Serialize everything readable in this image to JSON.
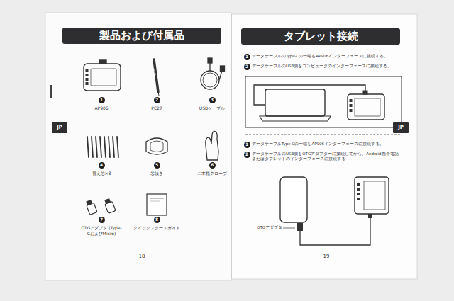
{
  "diagram": {
    "nodes": [
      {
        "text": [
          "製品および付属品"
        ]
      },
      {
        "text": [
          "JP"
        ]
      },
      {
        "text": [
          "1"
        ]
      },
      {
        "text": [
          "2"
        ]
      },
      {
        "text": [
          "3"
        ]
      },
      {
        "text": [
          "4"
        ]
      },
      {
        "text": [
          "5"
        ]
      },
      {
        "text": [
          "6"
        ]
      },
      {
        "text": [
          "7"
        ]
      },
      {
        "text": [
          "8"
        ]
      },
      {
        "text": [
          "タブレット接続"
        ]
      },
      {
        "text": [
          "JP"
        ]
      },
      {
        "text": [
          "1"
        ]
      },
      {
        "text": [
          "2"
        ]
      },
      {
        "text": [
          "1"
        ]
      },
      {
        "text": [
          "2"
        ]
      }
    ],
    "labels": [
      "AP906",
      "PC27",
      "USBケーブル",
      "替え芯×8",
      "芯抜き",
      "二本指グローブ",
      "OTGアダプタ (Type-CおよびMicro)",
      "クイックスタートガイド",
      "18",
      "データケーブルのType-Cの一端をAP906インターフェースに接続する。",
      "データケーブルのUSB側をコンピュータのインターフェースに接続する。",
      "データケーブルType-Cの一端をAP906インターフェースに接続する。",
      "データケーブルのUSB側をOTGアダプターに接続してから、Android携帯電話またはタブレットのインターフェースに接続する",
      "OTGアダプタ",
      "19"
    ]
  }
}
